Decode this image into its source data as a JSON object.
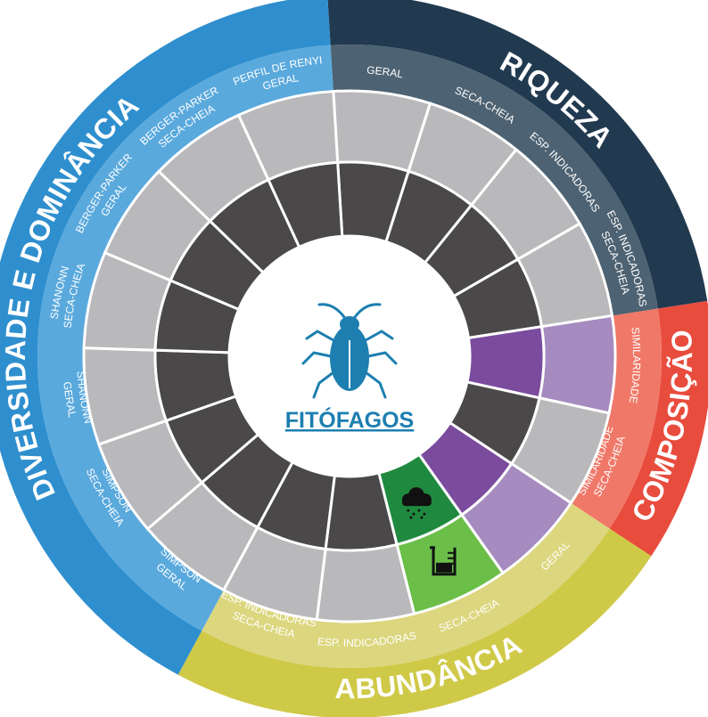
{
  "center": {
    "title": "FITÓFAGOS",
    "icon": "beetle-icon"
  },
  "colors": {
    "riqueza": "#223a50",
    "riqueza_sub": "#4d6272",
    "composicao": "#e84c3d",
    "composicao_sub": "#f07868",
    "abundancia": "#cfc948",
    "abundancia_sub": "#dcd67e",
    "diversidade": "#2f8fce",
    "diversidade_sub": "#5aa9dd",
    "cell_light": "#b9b9bb",
    "cell_dark": "#4a4849",
    "purple_light": "#a58bbf",
    "purple_dark": "#7b4b9e",
    "green_dark": "#1f8a3f",
    "green_light": "#6bbf49",
    "center_icon": "#1d7fb0"
  },
  "categories": [
    {
      "key": "riqueza",
      "label": "RIQUEZA"
    },
    {
      "key": "composicao",
      "label": "COMPOSIÇÃO"
    },
    {
      "key": "abundancia",
      "label": "ABUNDÂNCIA"
    },
    {
      "key": "diversidade",
      "label": "DIVERSIDADE E DOMINÂNCIA"
    }
  ],
  "metrics": [
    {
      "lines": [
        "GERAL"
      ],
      "category": "riqueza",
      "outer": "gray",
      "inner": "gray"
    },
    {
      "lines": [
        "SECA-CHEIA"
      ],
      "category": "riqueza",
      "outer": "gray",
      "inner": "gray"
    },
    {
      "lines": [
        "ESP. INDICADORAS"
      ],
      "category": "riqueza",
      "outer": "gray",
      "inner": "gray"
    },
    {
      "lines": [
        "ESP. INDICADORAS",
        "SECA-CHEIA"
      ],
      "category": "riqueza",
      "outer": "gray",
      "inner": "gray"
    },
    {
      "lines": [
        "SIMILARIDADE"
      ],
      "category": "composicao",
      "outer": "purple",
      "inner": "purple"
    },
    {
      "lines": [
        "SIMILARIDADE",
        "SECA-CHEIA"
      ],
      "category": "composicao",
      "outer": "gray",
      "inner": "gray"
    },
    {
      "lines": [
        "GERAL"
      ],
      "category": "abundancia",
      "outer": "purple",
      "inner": "purple"
    },
    {
      "lines": [
        "SECA-CHEIA"
      ],
      "category": "abundancia",
      "outer": "green",
      "inner": "green"
    },
    {
      "lines": [
        "ESP. INDICADORAS"
      ],
      "category": "abundancia",
      "outer": "gray",
      "inner": "gray"
    },
    {
      "lines": [
        "ESP. INDICADORAS",
        "SECA-CHEIA"
      ],
      "category": "abundancia",
      "outer": "gray",
      "inner": "gray"
    },
    {
      "lines": [
        "SIMPSON",
        "GERAL"
      ],
      "category": "diversidade",
      "outer": "gray",
      "inner": "gray"
    },
    {
      "lines": [
        "SIMPSON",
        "SECA-CHEIA"
      ],
      "category": "diversidade",
      "outer": "gray",
      "inner": "gray"
    },
    {
      "lines": [
        "SHANONN",
        "GERAL"
      ],
      "category": "diversidade",
      "outer": "gray",
      "inner": "gray"
    },
    {
      "lines": [
        "SHANONN",
        "SECA-CHEIA"
      ],
      "category": "diversidade",
      "outer": "gray",
      "inner": "gray"
    },
    {
      "lines": [
        "BERGER-PARKER",
        "GERAL"
      ],
      "category": "diversidade",
      "outer": "gray",
      "inner": "gray"
    },
    {
      "lines": [
        "BERGER-PARKER",
        "SECA-CHEIA"
      ],
      "category": "diversidade",
      "outer": "gray",
      "inner": "gray"
    },
    {
      "lines": [
        "PERFIL DE RENYI",
        "GERAL"
      ],
      "category": "diversidade",
      "outer": "gray",
      "inner": "gray"
    }
  ],
  "icons": {
    "rain": "rain-cloud-icon",
    "beaker": "beaker-icon"
  }
}
